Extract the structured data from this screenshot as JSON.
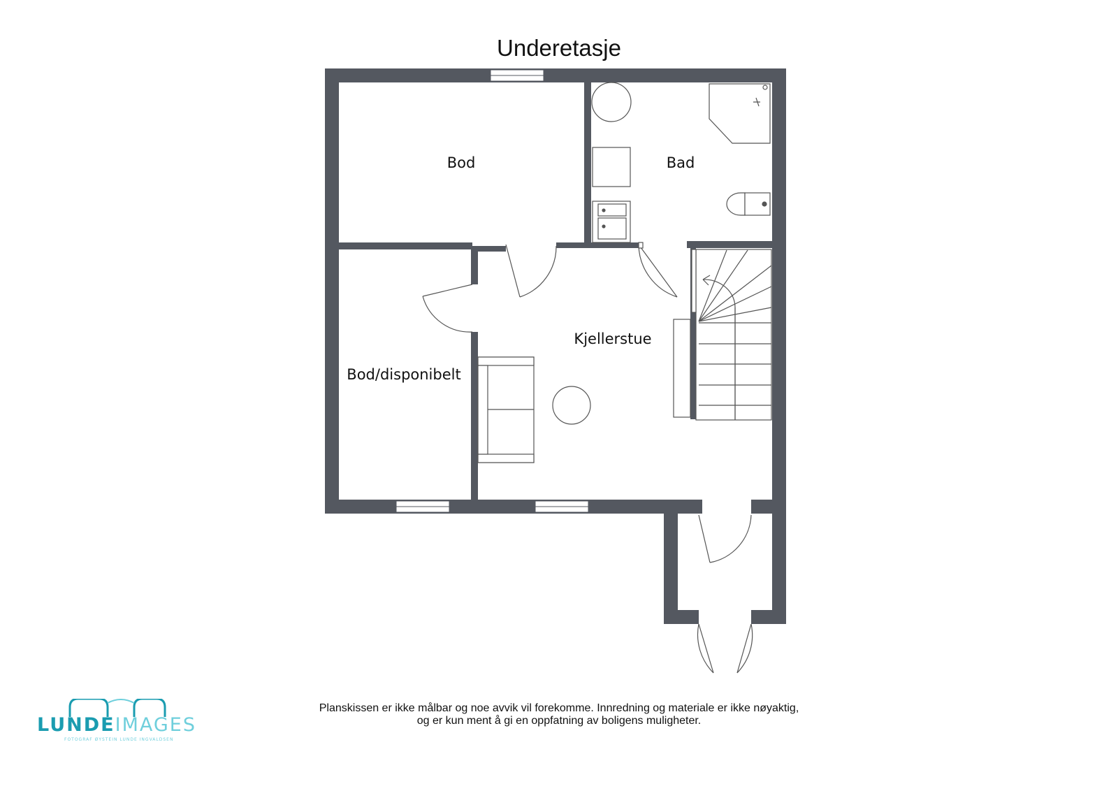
{
  "title": "Underetasje",
  "rooms": {
    "bod_top": "Bod",
    "bad": "Bad",
    "kjellerstue": "Kjellerstue",
    "bod_disponibelt": "Bod/disponibelt"
  },
  "disclaimer": {
    "line1": "Planskissen er ikke målbar og noe avvik vil forekomme. Innredning og materiale er ikke nøyaktig,",
    "line2": "og er kun ment å gi en oppfatning av boligens muligheter."
  },
  "logo": {
    "word_bold": "LUNDE",
    "word_light": "IMAGES",
    "sub": "FOTOGRAF ØYSTEIN LUNDE INGVALDSEN"
  },
  "colors": {
    "wall": "#545860",
    "window": "#ffffff",
    "furniture_stroke": "#555555",
    "logo_primary": "#1a9cb0",
    "logo_secondary": "#6fcfdc"
  }
}
